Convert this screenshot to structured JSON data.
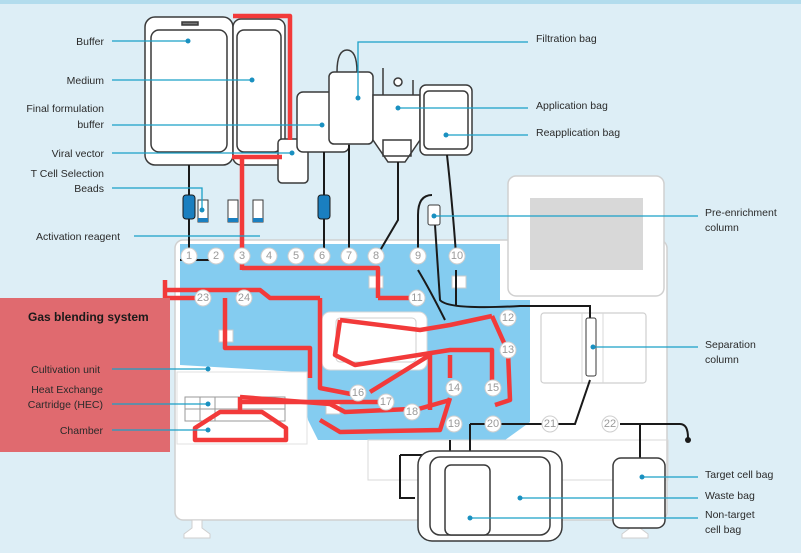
{
  "title": "Cell processing system tubing set diagram",
  "colors": {
    "background": "#ddeef6",
    "panel_blue": "#84ccf0",
    "highlight_path": "#f23a3a",
    "overlay_red": "#e06a6f",
    "leader_line": "#1aa0c8",
    "tubing": "#1a1a1a"
  },
  "labels_left": {
    "buffer": "Buffer",
    "medium": "Medium",
    "final_formulation_1": "Final formulation",
    "final_formulation_2": "buffer",
    "viral_vector": "Viral vector",
    "tcell_beads_1": "T Cell Selection",
    "tcell_beads_2": "Beads",
    "activation_reagent": "Activation reagent",
    "cultivation_unit": "Cultivation unit",
    "hec_1": "Heat Exchange",
    "hec_2": "Cartridge (HEC)",
    "chamber": "Chamber"
  },
  "labels_right": {
    "filtration_bag": "Filtration bag",
    "application_bag": "Application bag",
    "reapplication_bag": "Reapplication bag",
    "pre_enrichment_1": "Pre-enrichment",
    "pre_enrichment_2": "column",
    "separation_1": "Separation",
    "separation_2": "column",
    "target_cell_bag": "Target cell bag",
    "waste_bag": "Waste bag",
    "non_target_1": "Non-target",
    "non_target_2": "cell bag"
  },
  "overlay": {
    "gas_blending_system": "Gas blending system"
  },
  "valves": [
    "1",
    "2",
    "3",
    "4",
    "5",
    "6",
    "7",
    "8",
    "9",
    "10",
    "11",
    "12",
    "13",
    "14",
    "15",
    "16",
    "17",
    "18",
    "19",
    "20",
    "21",
    "22",
    "23",
    "24"
  ]
}
